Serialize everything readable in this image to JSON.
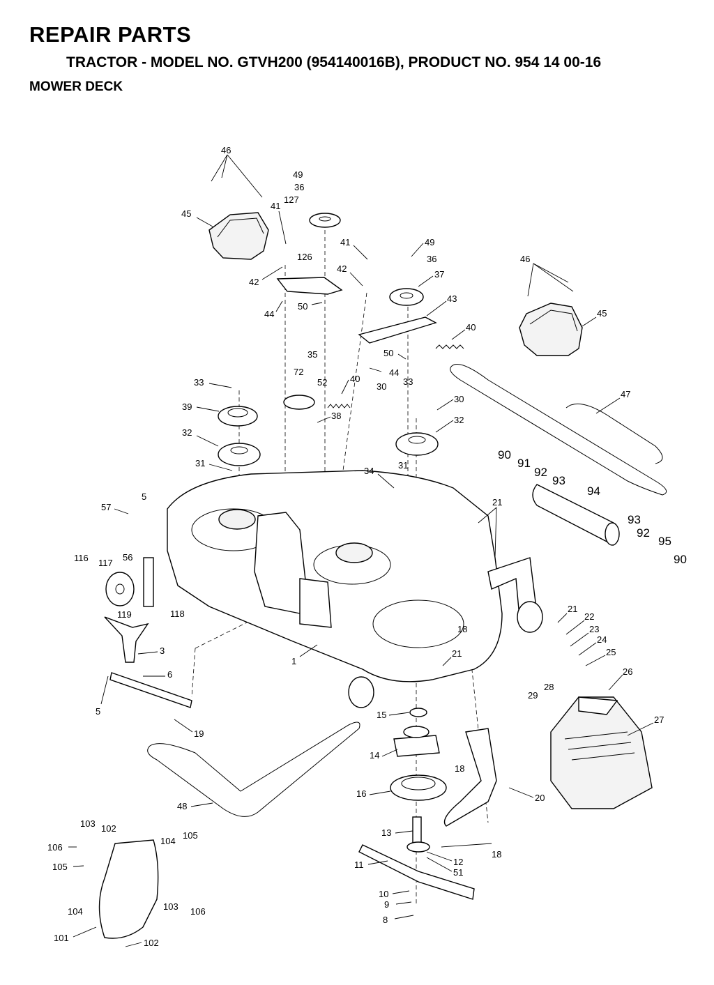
{
  "header": {
    "title": "REPAIR PARTS",
    "subtitle": "TRACTOR - MODEL NO. GTVH200 (954140016B), PRODUCT NO. 954 14 00-16",
    "section": "MOWER DECK"
  },
  "callouts": [
    "46",
    "49",
    "36",
    "127",
    "45",
    "41",
    "126",
    "42",
    "44",
    "50",
    "41",
    "49",
    "42",
    "36",
    "37",
    "46",
    "43",
    "45",
    "40",
    "50",
    "44",
    "35",
    "72",
    "52",
    "33",
    "40",
    "39",
    "38",
    "30",
    "33",
    "30",
    "32",
    "32",
    "31",
    "31",
    "34",
    "90",
    "91",
    "92",
    "93",
    "94",
    "57",
    "5",
    "21",
    "47",
    "116",
    "117",
    "56",
    "93",
    "92",
    "95",
    "90",
    "119",
    "118",
    "18",
    "21",
    "22",
    "23",
    "24",
    "25",
    "3",
    "1",
    "21",
    "6",
    "26",
    "5",
    "29",
    "28",
    "19",
    "27",
    "15",
    "14",
    "18",
    "16",
    "20",
    "48",
    "13",
    "12",
    "18",
    "11",
    "51",
    "103",
    "102",
    "106",
    "104",
    "105",
    "105",
    "103",
    "106",
    "104",
    "10",
    "9",
    "8",
    "101",
    "102"
  ]
}
